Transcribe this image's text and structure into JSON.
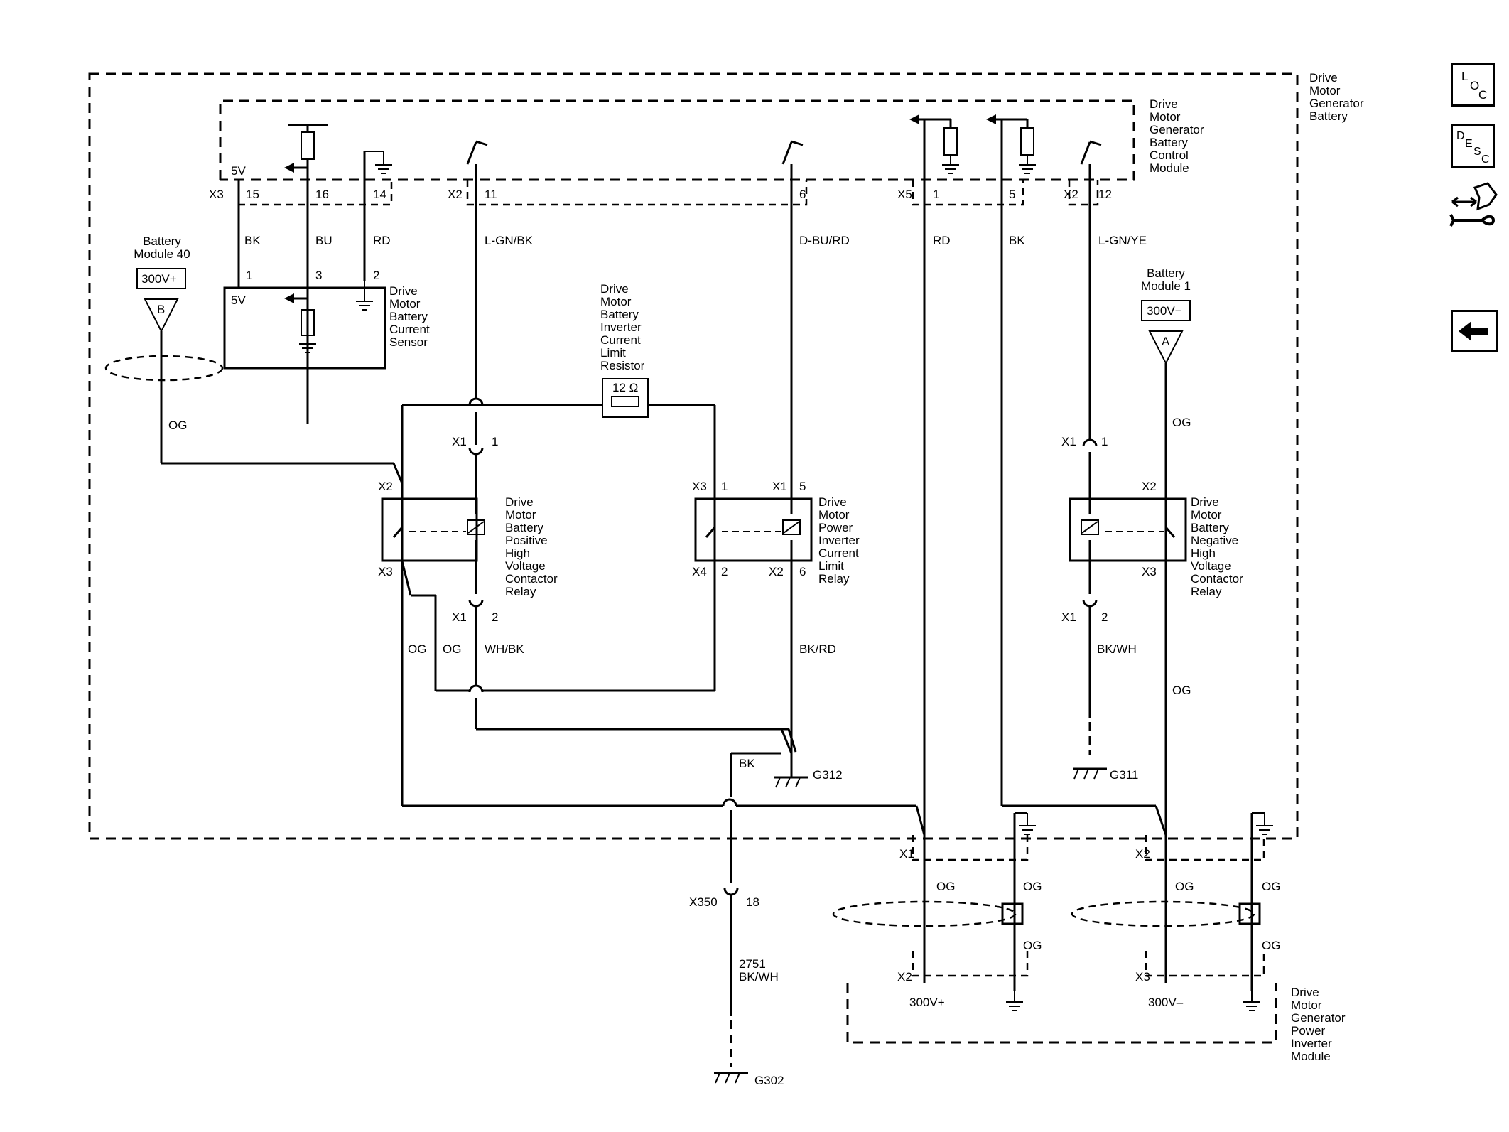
{
  "blocks": {
    "battery": [
      "Drive",
      "Motor",
      "Generator",
      "Battery"
    ],
    "control_module": [
      "Drive",
      "Motor",
      "Generator",
      "Battery",
      "Control",
      "Module"
    ],
    "current_sensor": [
      "Drive",
      "Motor",
      "Battery",
      "Current",
      "Sensor"
    ],
    "limit_resistor": [
      "Drive",
      "Motor",
      "Battery",
      "Inverter",
      "Current",
      "Limit",
      "Resistor"
    ],
    "positive_relay": [
      "Drive",
      "Motor",
      "Battery",
      "Positive",
      "High",
      "Voltage",
      "Contactor",
      "Relay"
    ],
    "inverter_relay": [
      "Drive",
      "Motor",
      "Power",
      "Inverter",
      "Current",
      "Limit",
      "Relay"
    ],
    "negative_relay": [
      "Drive",
      "Motor",
      "Battery",
      "Negative",
      "High",
      "Voltage",
      "Contactor",
      "Relay"
    ],
    "inverter_module": [
      "Drive",
      "Motor",
      "Generator",
      "Power",
      "Inverter",
      "Module"
    ],
    "battery_module_40": [
      "Battery",
      "Module 40"
    ],
    "battery_module_1": [
      "Battery",
      "Module 1"
    ]
  },
  "labels": {
    "v300_pos": "300V+",
    "v300_neg": "300V−",
    "conn_b": "B",
    "conn_a": "A",
    "resistor_value": "12 Ω",
    "v5_module": "5V",
    "v5_sensor": "5V",
    "x3": "X3",
    "x2": "X2",
    "x5": "X5",
    "x1": "X1",
    "x4": "X4",
    "x350": "X350",
    "pin_15": "15",
    "pin_16": "16",
    "pin_14": "14",
    "pin_11": "11",
    "pin_6": "6",
    "pin_1": "1",
    "pin_5": "5",
    "pin_12": "12",
    "pin_3": "3",
    "pin_2": "2",
    "pin_18": "18",
    "wire_bk": "BK",
    "wire_bu": "BU",
    "wire_rd": "RD",
    "wire_lgnbk": "L-GN/BK",
    "wire_dburd": "D-BU/RD",
    "wire_lgnye": "L-GN/YE",
    "wire_og": "OG",
    "wire_whbk": "WH/BK",
    "wire_bkrd": "BK/RD",
    "wire_bkwh": "BK/WH",
    "circuit_2751": "2751",
    "g312": "G312",
    "g311": "G311",
    "g302": "G302",
    "out_300v_pos": "300V+",
    "out_300v_neg": "300V–"
  },
  "sidebar": {
    "loc": [
      "L",
      "O",
      "C"
    ],
    "desc": [
      "D",
      "E",
      "S",
      "C"
    ]
  }
}
